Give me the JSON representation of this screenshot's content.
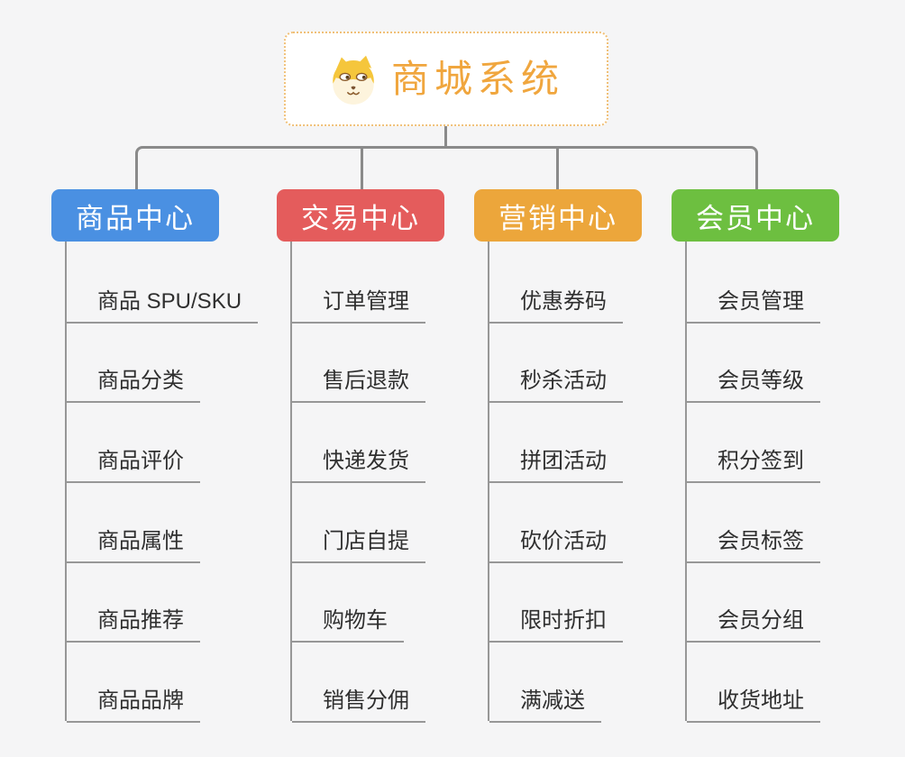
{
  "background_color": "#f5f5f6",
  "connector_color": "#8a8a8a",
  "leaf_line_color": "#979797",
  "root": {
    "title": "商城系统",
    "icon": "doge-icon",
    "text_color": "#f0a63e",
    "border_color": "#f0c078"
  },
  "branches": [
    {
      "label": "商品中心",
      "color": "#4a90e2",
      "items": [
        "商品 SPU/SKU",
        "商品分类",
        "商品评价",
        "商品属性",
        "商品推荐",
        "商品品牌"
      ]
    },
    {
      "label": "交易中心",
      "color": "#e45c5c",
      "items": [
        "订单管理",
        "售后退款",
        "快递发货",
        "门店自提",
        "购物车",
        "销售分佣"
      ]
    },
    {
      "label": "营销中心",
      "color": "#eca63b",
      "items": [
        "优惠券码",
        "秒杀活动",
        "拼团活动",
        "砍价活动",
        "限时折扣",
        "满减送"
      ]
    },
    {
      "label": "会员中心",
      "color": "#6dbf40",
      "items": [
        "会员管理",
        "会员等级",
        "积分签到",
        "会员标签",
        "会员分组",
        "收货地址"
      ]
    }
  ]
}
